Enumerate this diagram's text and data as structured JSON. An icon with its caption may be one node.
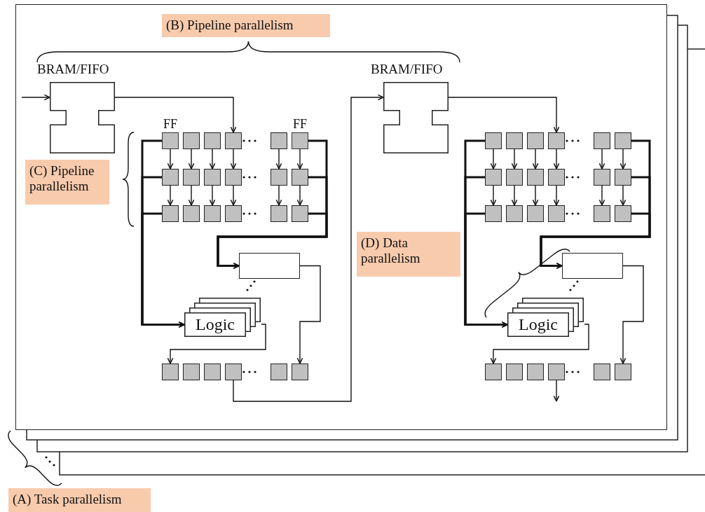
{
  "diagram": {
    "nodes": [
      {
        "text": [],
        "shape": "box"
      },
      {
        "text": [
          "(B) Pipeline parallelism"
        ],
        "in": 0
      },
      {
        "text": [
          "BRAM/FIFO"
        ],
        "in": 0
      },
      {
        "text": [
          "BRAM/FIFO"
        ],
        "in": 0
      },
      {
        "text": [
          "FF"
        ],
        "in": 0
      },
      {
        "text": [],
        "shape": "box",
        "in": 0
      },
      {
        "text": [],
        "shape": "box",
        "in": 0
      },
      {
        "text": [],
        "shape": "box",
        "in": 0
      },
      {
        "text": [],
        "shape": "box",
        "in": 0
      },
      {
        "text": [
          "FF"
        ],
        "in": 0
      },
      {
        "text": [],
        "shape": "box",
        "in": 0
      },
      {
        "text": [],
        "shape": "box",
        "in": 0
      },
      {
        "text": [],
        "shape": "box",
        "in": 0
      },
      {
        "text": [],
        "shape": "box",
        "in": 0
      },
      {
        "text": [],
        "shape": "box",
        "in": 0
      },
      {
        "text": [],
        "shape": "box",
        "in": 0
      },
      {
        "text": [],
        "shape": "box",
        "in": 0
      },
      {
        "text": [],
        "shape": "box",
        "in": 0
      },
      {
        "text": [],
        "shape": "box",
        "in": 0
      },
      {
        "text": [],
        "shape": "box",
        "in": 0
      },
      {
        "text": [],
        "shape": "box",
        "in": 0
      },
      {
        "text": [],
        "shape": "box",
        "in": 0
      },
      {
        "text": [
          "(C) Pipeline parallelism"
        ],
        "in": 0
      },
      {
        "text": [],
        "shape": "box",
        "in": 0
      },
      {
        "text": [
          "Logic"
        ],
        "in": 0
      },
      {
        "text": [],
        "shape": "box",
        "in": 0
      },
      {
        "text": [],
        "shape": "box",
        "in": 0
      },
      {
        "text": [],
        "shape": "box",
        "in": 0
      },
      {
        "text": [],
        "shape": "box",
        "in": 0
      },
      {
        "text": [],
        "shape": "box",
        "in": 0
      },
      {
        "text": [],
        "shape": "box",
        "in": 0
      },
      {
        "text": [],
        "shape": "box",
        "in": 0
      },
      {
        "text": [],
        "shape": "box",
        "in": 0
      },
      {
        "text": [],
        "shape": "box",
        "in": 0
      },
      {
        "text": [],
        "shape": "box",
        "in": 0
      },
      {
        "text": [],
        "shape": "box",
        "in": 0
      },
      {
        "text": [],
        "shape": "box",
        "in": 0
      },
      {
        "text": [],
        "shape": "box",
        "in": 0
      },
      {
        "text": [],
        "shape": "box",
        "in": 0
      },
      {
        "text": [],
        "shape": "box",
        "in": 0
      },
      {
        "text": [],
        "shape": "box",
        "in": 0
      },
      {
        "text": [],
        "shape": "box",
        "in": 0
      },
      {
        "text": [],
        "shape": "box",
        "in": 0
      },
      {
        "text": [],
        "shape": "box",
        "in": 0
      },
      {
        "text": [],
        "shape": "box",
        "in": 0
      },
      {
        "text": [],
        "shape": "box",
        "in": 0
      },
      {
        "text": [],
        "shape": "box",
        "in": 0
      },
      {
        "text": [],
        "shape": "box",
        "in": 0
      },
      {
        "text": [],
        "shape": "box",
        "in": 0
      },
      {
        "text": [
          "(D) Data parallelism"
        ],
        "in": 0
      },
      {
        "text": [],
        "shape": "box",
        "in": 0
      },
      {
        "text": [
          "Logic"
        ],
        "in": 0
      },
      {
        "text": [],
        "shape": "box",
        "in": 0
      },
      {
        "text": [],
        "shape": "box",
        "in": 0
      },
      {
        "text": [],
        "shape": "box",
        "in": 0
      },
      {
        "text": [],
        "shape": "box",
        "in": 0
      },
      {
        "text": [],
        "shape": "box",
        "in": 0
      },
      {
        "text": [],
        "shape": "box",
        "in": 0
      },
      {
        "text": [
          "(A) Task parallelism"
        ]
      }
    ],
    "edges": [
      {
        "from": null,
        "to": 2,
        "arrow": "to"
      },
      {
        "from": 2,
        "to": 7,
        "arrow": "to"
      },
      {
        "from": 4,
        "to": 10,
        "arrow": "to"
      },
      {
        "from": 5,
        "to": 11,
        "arrow": "to"
      },
      {
        "from": 6,
        "to": 12,
        "arrow": "to"
      },
      {
        "from": 7,
        "to": 13,
        "arrow": "to"
      },
      {
        "from": 8,
        "to": 14,
        "arrow": "to"
      },
      {
        "from": 9,
        "to": 15,
        "arrow": "to"
      },
      {
        "from": 10,
        "to": 16,
        "arrow": "to"
      },
      {
        "from": 11,
        "to": 17,
        "arrow": "to"
      },
      {
        "from": 12,
        "to": 18,
        "arrow": "to"
      },
      {
        "from": 13,
        "to": 19,
        "arrow": "to"
      },
      {
        "from": 14,
        "to": 20,
        "arrow": "to"
      },
      {
        "from": 15,
        "to": 21,
        "arrow": "to"
      },
      {
        "from": 4,
        "to": 24,
        "arrow": "to",
        "style": "thick"
      },
      {
        "from": 10,
        "to": 24,
        "arrow": "to",
        "style": "thick"
      },
      {
        "from": 16,
        "to": 24,
        "arrow": "to",
        "style": "thick"
      },
      {
        "from": 9,
        "to": 23,
        "arrow": "to",
        "style": "thick"
      },
      {
        "from": 15,
        "to": 23,
        "arrow": "to",
        "style": "thick"
      },
      {
        "from": 21,
        "to": 23,
        "arrow": "to",
        "style": "thick"
      },
      {
        "from": 23,
        "to": 30,
        "arrow": "to"
      },
      {
        "from": 24,
        "to": 25,
        "arrow": "to"
      },
      {
        "from": 28,
        "to": 3,
        "arrow": "to"
      },
      {
        "from": 3,
        "to": 34,
        "arrow": "to"
      },
      {
        "from": 31,
        "to": 37,
        "arrow": "to"
      },
      {
        "from": 32,
        "to": 38,
        "arrow": "to"
      },
      {
        "from": 33,
        "to": 39,
        "arrow": "to"
      },
      {
        "from": 34,
        "to": 40,
        "arrow": "to"
      },
      {
        "from": 35,
        "to": 41,
        "arrow": "to"
      },
      {
        "from": 36,
        "to": 42,
        "arrow": "to"
      },
      {
        "from": 37,
        "to": 43,
        "arrow": "to"
      },
      {
        "from": 38,
        "to": 44,
        "arrow": "to"
      },
      {
        "from": 39,
        "to": 45,
        "arrow": "to"
      },
      {
        "from": 40,
        "to": 46,
        "arrow": "to"
      },
      {
        "from": 41,
        "to": 47,
        "arrow": "to"
      },
      {
        "from": 42,
        "to": 48,
        "arrow": "to"
      },
      {
        "from": 31,
        "to": 51,
        "arrow": "to",
        "style": "thick"
      },
      {
        "from": 37,
        "to": 51,
        "arrow": "to",
        "style": "thick"
      },
      {
        "from": 43,
        "to": 51,
        "arrow": "to",
        "style": "thick"
      },
      {
        "from": 36,
        "to": 50,
        "arrow": "to",
        "style": "thick"
      },
      {
        "from": 42,
        "to": 50,
        "arrow": "to",
        "style": "thick"
      },
      {
        "from": 48,
        "to": 50,
        "arrow": "to",
        "style": "thick"
      },
      {
        "from": 50,
        "to": 57,
        "arrow": "to"
      },
      {
        "from": 51,
        "to": 52,
        "arrow": "to"
      },
      {
        "from": 55,
        "to": null,
        "arrow": "to"
      }
    ]
  }
}
